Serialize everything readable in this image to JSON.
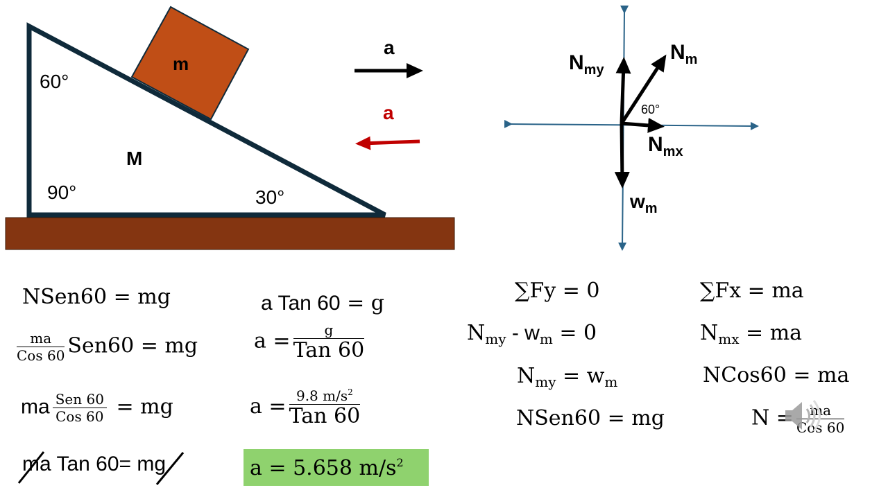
{
  "diagram": {
    "incline": {
      "block_label": "m",
      "wedge_label": "M",
      "angle_top": "60°",
      "angle_right_corner": "90°",
      "angle_bottom": "30°"
    },
    "accel": {
      "black_label": "a",
      "red_label": "a"
    },
    "fbd": {
      "angle_label": "60°",
      "forces": {
        "nm": {
          "main": "N",
          "sub": "m"
        },
        "nmy": {
          "main": "N",
          "sub": "my"
        },
        "nmx": {
          "main": "N",
          "sub": "mx"
        },
        "wm": {
          "main": "w",
          "sub": "m"
        }
      }
    },
    "colors": {
      "wedge_stroke": "#0f2a3a",
      "block_fill": "#c04e16",
      "ground_fill": "#843511",
      "axis": "#2a6388",
      "accel_red": "#c00000",
      "result_highlight": "#8fd26e"
    }
  },
  "equations": {
    "left": {
      "e1": "NSen60 = mg",
      "e2_num": "ma",
      "e2_den": "Cos 60",
      "e2_rest": "Sen60 = mg",
      "e3_pre": "ma",
      "e3_num": "Sen 60",
      "e3_den": "Cos 60",
      "e3_rest": "= mg",
      "e4_a": "ma",
      "e4_b": " Tan 60= ",
      "e4_c": "mg"
    },
    "middle": {
      "e1_pre": "a Tan 60",
      "e1_rest": " = g",
      "e2_pre": "a =",
      "e2_num": "g",
      "e2_den": "Tan 60",
      "e3_pre": "a =",
      "e3_num_a": "9.8 m/s",
      "e3_num_sup": "2",
      "e3_den": "Tan 60",
      "result_main": "a = 5.658 m/s",
      "result_sup": "2"
    },
    "right_y": {
      "e1": "∑Fy = 0",
      "e2_n": "N",
      "e2_nsub": "my",
      "e2_mid": " - w",
      "e2_wsub": "m",
      "e2_rest": " = 0",
      "e3_n": "N",
      "e3_nsub": "my",
      "e3_mid": " = w",
      "e3_wsub": "m",
      "e4": "NSen60 = mg"
    },
    "right_x": {
      "e1": "∑Fx = ma",
      "e2_n": "N",
      "e2_nsub": "mx",
      "e2_rest": " = ma",
      "e3": "NCos60 = ma",
      "e4_pre": "N =",
      "e4_num": "ma",
      "e4_den": "Cos 60"
    }
  },
  "icons": {
    "speaker": "speaker-icon"
  }
}
